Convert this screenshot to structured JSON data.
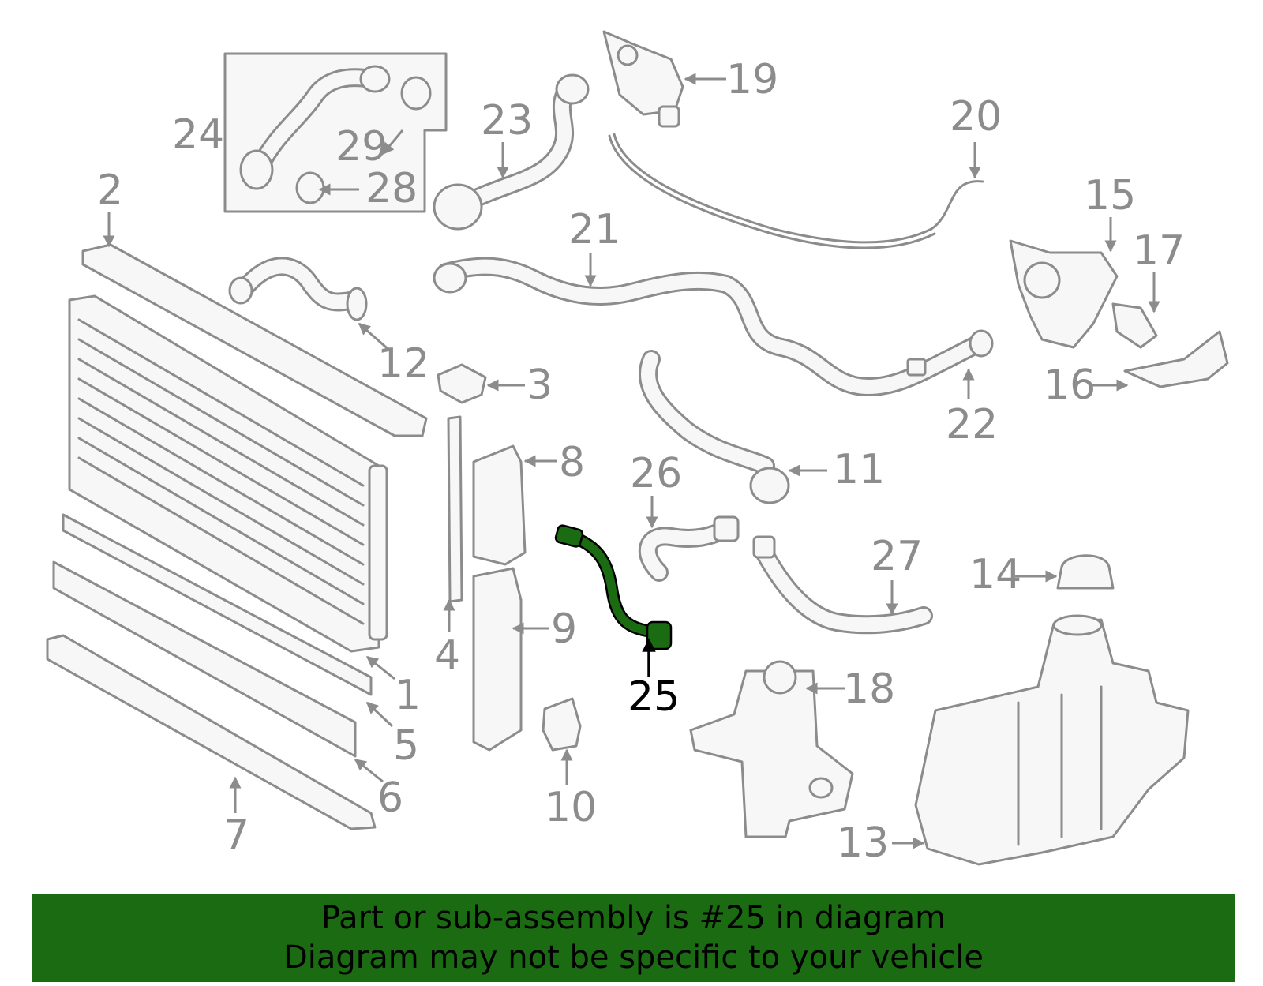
{
  "diagram": {
    "highlight_color": "#1b6b12",
    "highlighted_part": "25",
    "callouts": [
      "1",
      "2",
      "3",
      "4",
      "5",
      "6",
      "7",
      "8",
      "9",
      "10",
      "11",
      "12",
      "13",
      "14",
      "15",
      "16",
      "17",
      "18",
      "19",
      "20",
      "21",
      "22",
      "23",
      "24",
      "25",
      "26",
      "27",
      "28",
      "29"
    ]
  },
  "banner": {
    "line1": "Part or sub-assembly is #25 in diagram",
    "line2": "Diagram may not be specific to your vehicle",
    "background": "#1b6b12"
  }
}
